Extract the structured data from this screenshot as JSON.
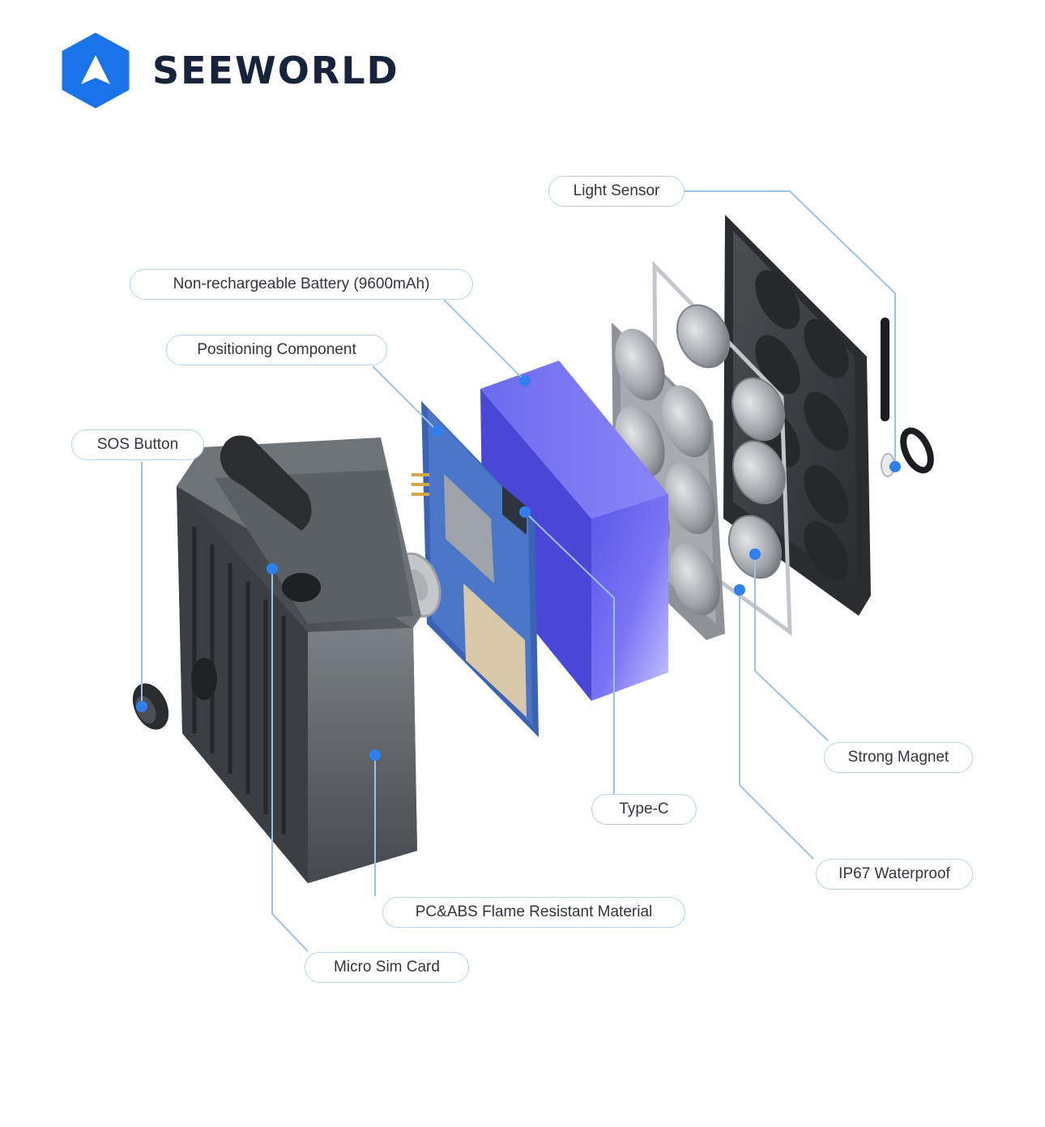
{
  "brand": {
    "name": "SEEWORLD",
    "logo_icon": "seeworld-hexagon-logo-icon",
    "color_primary": "#1a73e8",
    "color_text": "#17223b"
  },
  "diagram": {
    "subject": "exploded-device-view",
    "accent_color": "#2f80ed",
    "leader_color": "#9cc3e6",
    "labels": {
      "light_sensor": "Light Sensor",
      "battery": "Non-rechargeable Battery (9600mAh)",
      "positioning": "Positioning Component",
      "sos_button": "SOS Button",
      "strong_magnet": "Strong Magnet",
      "type_c": "Type-C",
      "waterproof": "IP67 Waterproof",
      "material": "PC&ABS Flame Resistant Material",
      "sim_card": "Micro Sim Card"
    }
  }
}
